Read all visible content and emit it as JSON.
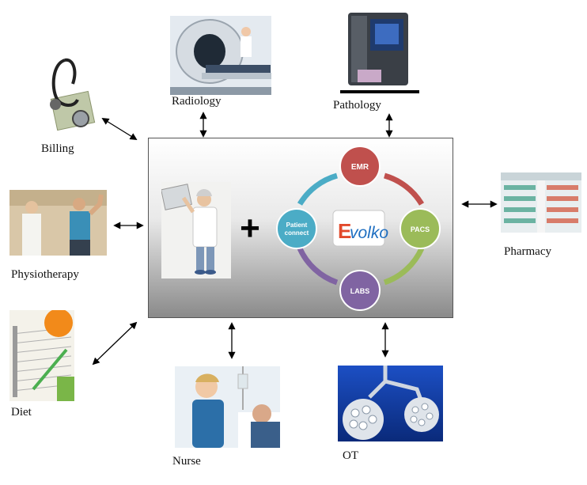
{
  "departments": {
    "radiology": "Radiology",
    "pathology": "Pathology",
    "billing": "Billing",
    "physiotherapy": "Physiotherapy",
    "pharmacy": "Pharmacy",
    "diet": "Diet",
    "nurse": "Nurse",
    "ot": "OT"
  },
  "center": {
    "plus": "+",
    "nodes": {
      "emr": "EMR",
      "pacs": "PACS",
      "labs": "LABS",
      "patient_line1": "Patient",
      "patient_line2": "connect"
    },
    "logo": "volko",
    "logo_prefix": "E"
  },
  "colors": {
    "emr": "#c0504d",
    "pacs": "#9bbb59",
    "labs": "#8064a2",
    "patient": "#4bacc6"
  }
}
